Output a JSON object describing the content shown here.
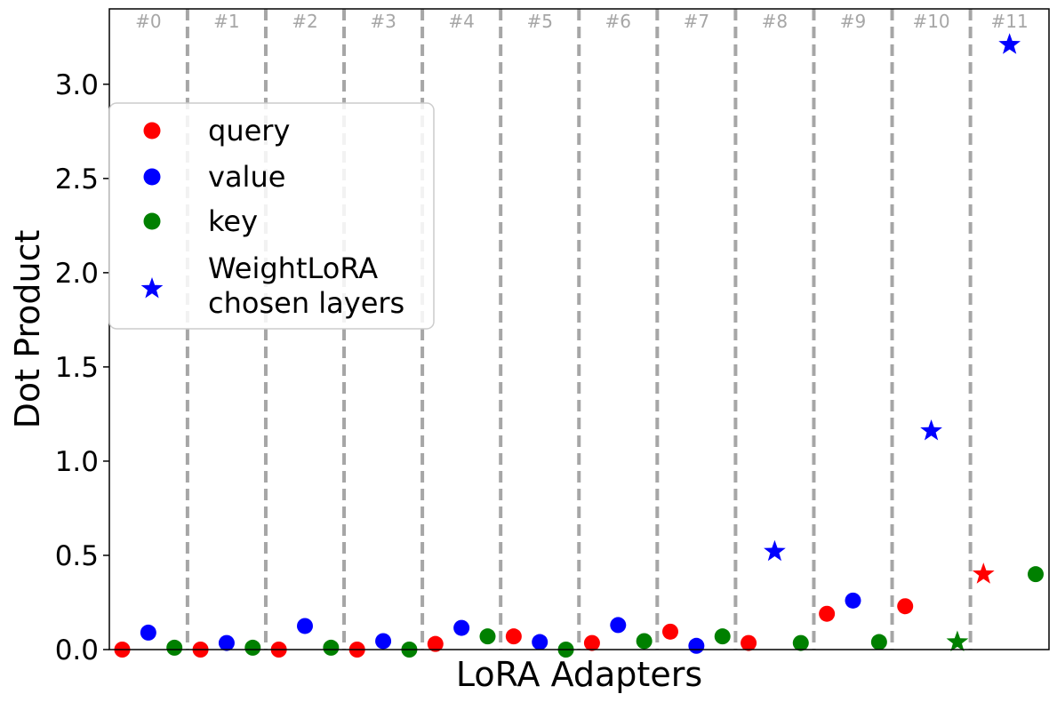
{
  "chart_data": {
    "type": "scatter",
    "xlabel": "LoRA Adapters",
    "ylabel": "Dot Product",
    "ylim": [
      0,
      3.4
    ],
    "yticks": [
      "0.0",
      "0.5",
      "1.0",
      "1.5",
      "2.0",
      "2.5",
      "3.0"
    ],
    "grid": false,
    "layer_labels": [
      "#0",
      "#1",
      "#2",
      "#3",
      "#4",
      "#5",
      "#6",
      "#7",
      "#8",
      "#9",
      "#10",
      "#11"
    ],
    "layer_order": [
      "query",
      "value",
      "key"
    ],
    "legend": {
      "placement": "upper-left",
      "entries": [
        {
          "label": "query",
          "marker": "circle",
          "color": "#ff0000"
        },
        {
          "label": "value",
          "marker": "circle",
          "color": "#0000ff"
        },
        {
          "label": "key",
          "marker": "circle",
          "color": "#008000"
        },
        {
          "label": "WeightLoRA\nchosen layers",
          "marker": "star",
          "color": "#0000ff"
        }
      ]
    },
    "series": [
      {
        "name": "query",
        "color": "#ff0000",
        "values": [
          0.0,
          0.0,
          0.0,
          0.0,
          0.03,
          0.07,
          0.035,
          0.095,
          0.035,
          0.19,
          0.23,
          0.4
        ]
      },
      {
        "name": "value",
        "color": "#0000ff",
        "values": [
          0.09,
          0.035,
          0.125,
          0.045,
          0.115,
          0.04,
          0.13,
          0.02,
          0.52,
          0.26,
          1.16,
          3.21
        ]
      },
      {
        "name": "key",
        "color": "#008000",
        "values": [
          0.01,
          0.01,
          0.01,
          0.0,
          0.07,
          0.0,
          0.045,
          0.07,
          0.035,
          0.04,
          0.04,
          0.4
        ]
      }
    ],
    "chosen_layers": [
      {
        "layer": 8,
        "type": "value"
      },
      {
        "layer": 10,
        "type": "value"
      },
      {
        "layer": 10,
        "type": "key"
      },
      {
        "layer": 11,
        "type": "query"
      },
      {
        "layer": 11,
        "type": "value"
      }
    ]
  }
}
